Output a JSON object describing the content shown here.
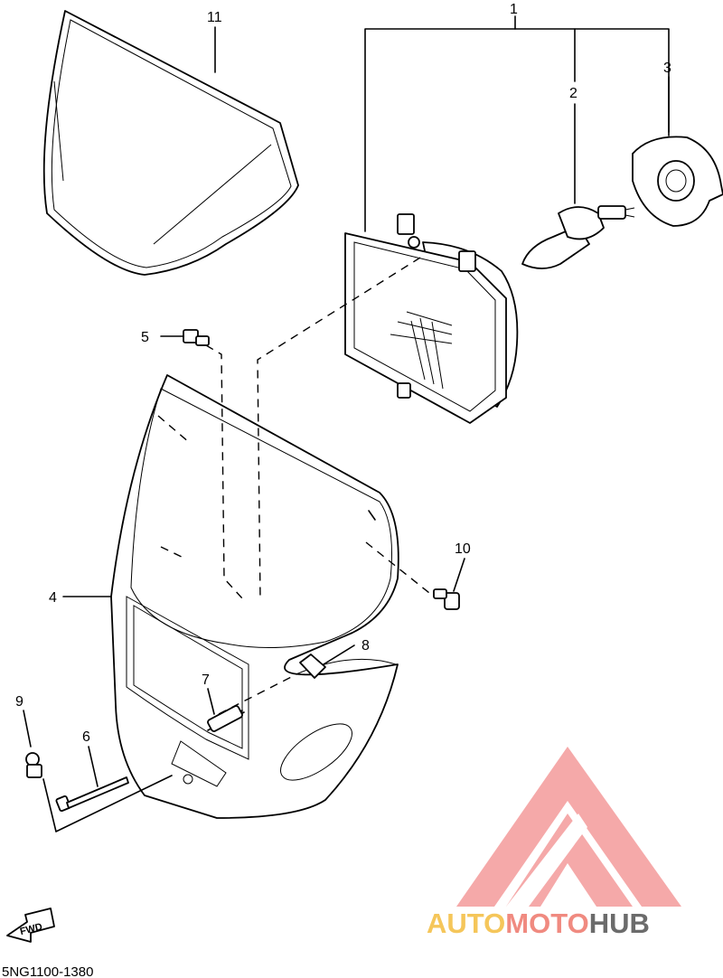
{
  "diagram": {
    "callouts": [
      {
        "id": "1",
        "text": "1"
      },
      {
        "id": "2",
        "text": "2"
      },
      {
        "id": "3",
        "text": "3"
      },
      {
        "id": "4",
        "text": "4"
      },
      {
        "id": "5",
        "text": "5"
      },
      {
        "id": "6",
        "text": "6"
      },
      {
        "id": "7",
        "text": "7"
      },
      {
        "id": "8",
        "text": "8"
      },
      {
        "id": "9",
        "text": "9"
      },
      {
        "id": "10",
        "text": "10"
      },
      {
        "id": "11",
        "text": "11"
      }
    ],
    "direction_label": "FWD",
    "diagram_code": "5NG1100-1380"
  },
  "watermark": {
    "text_auto": "AUTO",
    "text_moto": "MOTO",
    "text_hub": "HUB",
    "colors": {
      "auto": "#f5c65a",
      "moto": "#f08a80",
      "hub": "#6b6b6b",
      "logo": "#f39494"
    }
  }
}
